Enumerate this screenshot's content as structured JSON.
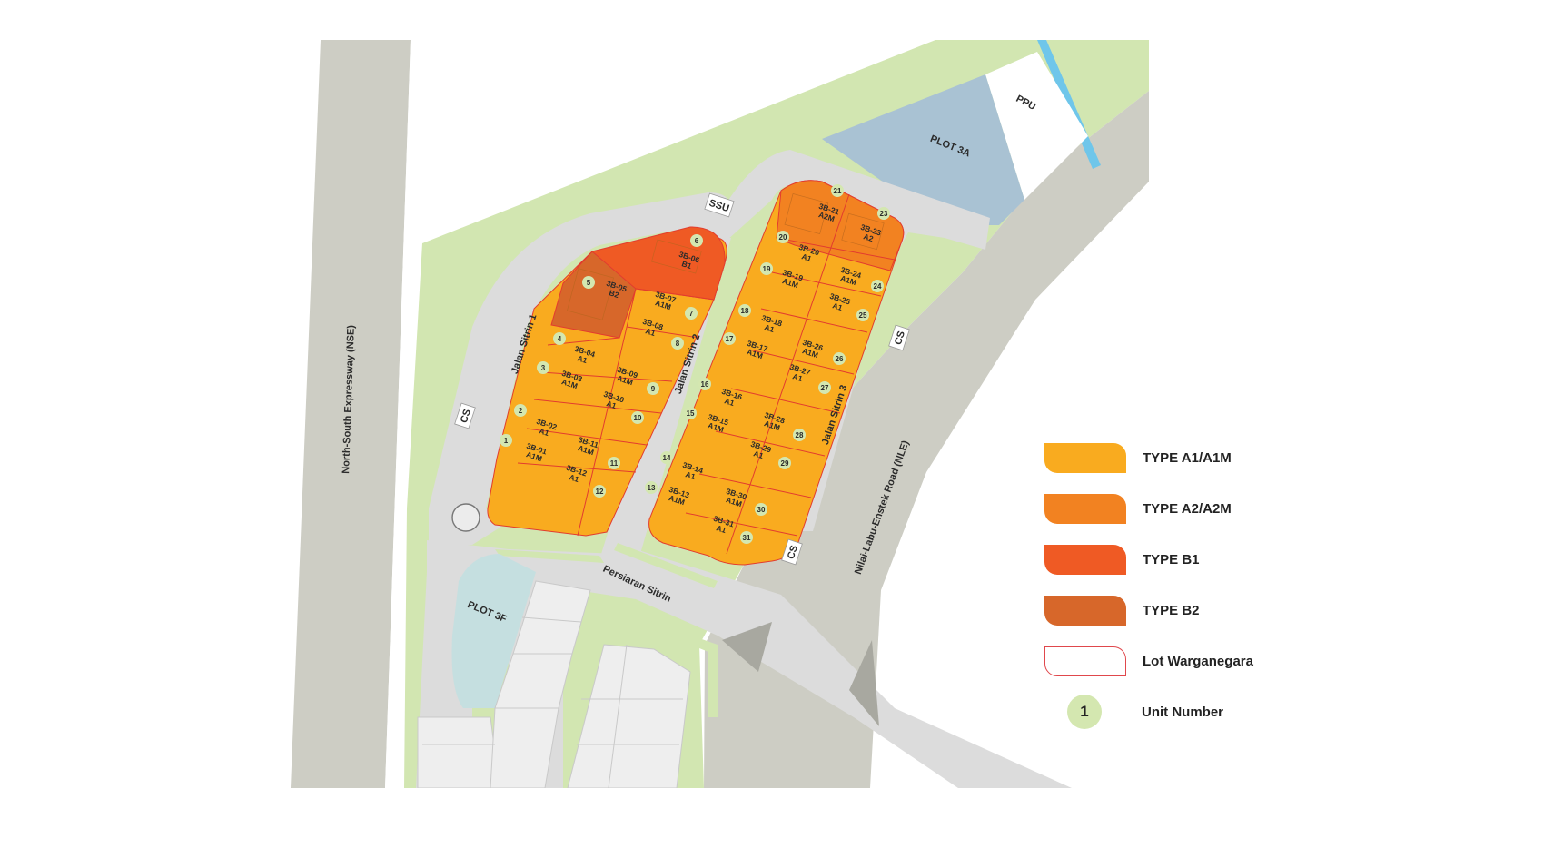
{
  "roads": {
    "nse": "North-South Expressway (NSE)",
    "nle": "Nilai-Labu-Enstek Road (NLE)",
    "sitrin1": "Jalan Sitrin 1",
    "sitrin2": "Jalan Sitrin 2",
    "sitrin3": "Jalan Sitrin 3",
    "persiaran": "Persiaran Sitrin"
  },
  "facilities": {
    "ssu": "SSU",
    "cs1": "CS",
    "cs2": "CS",
    "cs3": "CS",
    "ppu": "PPU",
    "plot3a": "PLOT 3A",
    "plot3f": "PLOT 3F"
  },
  "colors": {
    "typeA1": "#f9ab1f",
    "typeA2": "#f28221",
    "typeB1": "#ef5a24",
    "typeB2": "#d7672a",
    "green": "#d2e6b1",
    "road": "#dcdcdc",
    "grey": "#cdcdc4",
    "plot3a": "#a9c2d3",
    "plot3f": "#c5dfe0",
    "water": "#6fc6ea"
  },
  "legend": [
    {
      "label": "TYPE A1/A1M",
      "color": "#f9ab1f"
    },
    {
      "label": "TYPE A2/A2M",
      "color": "#f28221"
    },
    {
      "label": "TYPE B1",
      "color": "#ef5a24"
    },
    {
      "label": "TYPE B2",
      "color": "#d7672a"
    },
    {
      "label": "Lot Warganegara",
      "color": "outline"
    }
  ],
  "unit_legend": {
    "number": "1",
    "label": "Unit Number"
  },
  "units": [
    {
      "num": "1",
      "code": "3B-01",
      "type": "A1M"
    },
    {
      "num": "2",
      "code": "3B-02",
      "type": "A1"
    },
    {
      "num": "3",
      "code": "3B-03",
      "type": "A1M"
    },
    {
      "num": "4",
      "code": "3B-04",
      "type": "A1"
    },
    {
      "num": "5",
      "code": "3B-05",
      "type": "B2"
    },
    {
      "num": "6",
      "code": "3B-06",
      "type": "B1"
    },
    {
      "num": "7",
      "code": "3B-07",
      "type": "A1M"
    },
    {
      "num": "8",
      "code": "3B-08",
      "type": "A1"
    },
    {
      "num": "9",
      "code": "3B-09",
      "type": "A1M"
    },
    {
      "num": "10",
      "code": "3B-10",
      "type": "A1"
    },
    {
      "num": "11",
      "code": "3B-11",
      "type": "A1M"
    },
    {
      "num": "12",
      "code": "3B-12",
      "type": "A1"
    },
    {
      "num": "13",
      "code": "3B-13",
      "type": "A1M"
    },
    {
      "num": "14",
      "code": "3B-14",
      "type": "A1"
    },
    {
      "num": "15",
      "code": "3B-15",
      "type": "A1M"
    },
    {
      "num": "16",
      "code": "3B-16",
      "type": "A1"
    },
    {
      "num": "17",
      "code": "3B-17",
      "type": "A1M"
    },
    {
      "num": "18",
      "code": "3B-18",
      "type": "A1"
    },
    {
      "num": "19",
      "code": "3B-19",
      "type": "A1M"
    },
    {
      "num": "20",
      "code": "3B-20",
      "type": "A1"
    },
    {
      "num": "21",
      "code": "3B-21",
      "type": "A2M"
    },
    {
      "num": "23",
      "code": "3B-23",
      "type": "A2"
    },
    {
      "num": "24",
      "code": "3B-24",
      "type": "A1M"
    },
    {
      "num": "25",
      "code": "3B-25",
      "type": "A1"
    },
    {
      "num": "26",
      "code": "3B-26",
      "type": "A1M"
    },
    {
      "num": "27",
      "code": "3B-27",
      "type": "A1"
    },
    {
      "num": "28",
      "code": "3B-28",
      "type": "A1M"
    },
    {
      "num": "29",
      "code": "3B-29",
      "type": "A1"
    },
    {
      "num": "30",
      "code": "3B-30",
      "type": "A1M"
    },
    {
      "num": "31",
      "code": "3B-31",
      "type": "A1"
    }
  ]
}
